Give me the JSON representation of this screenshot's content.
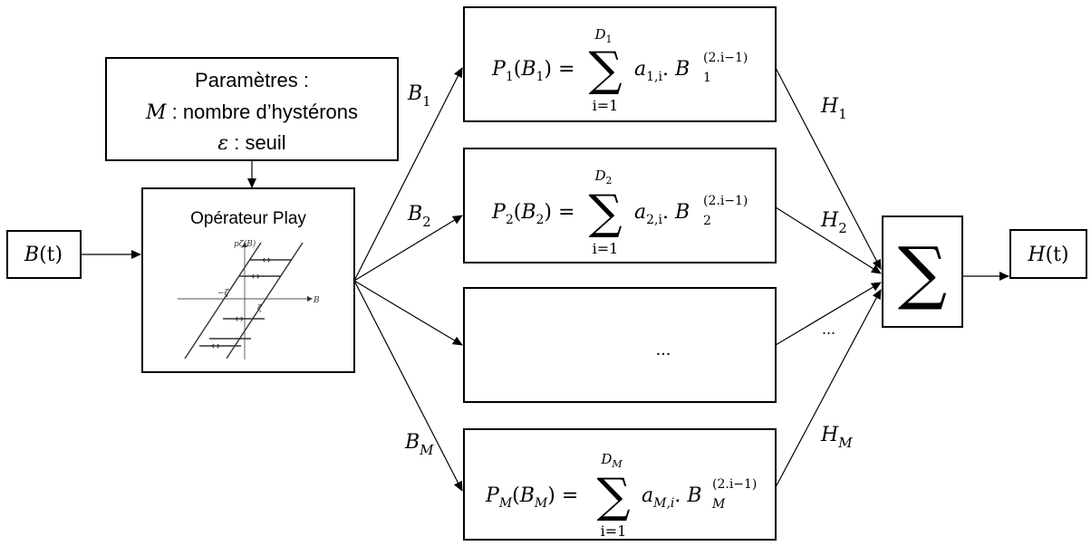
{
  "params": {
    "line1": "Paramètres :",
    "line2_var": "M",
    "line2_text": " : nombre d’hystérons",
    "line3_var": "ε",
    "line3_text": " : seuil"
  },
  "play_operator": {
    "title": "Opérateur Play",
    "inset_ylabel": "pζ(B)",
    "inset_xlabel": "B",
    "inset_zeta_pos": "ζ",
    "inset_zeta_neg": "−ζ"
  },
  "input": {
    "var": "B",
    "arg": "(t)"
  },
  "output": {
    "var": "H",
    "arg": "(t)"
  },
  "sum_symbol": "∑",
  "branches": [
    {
      "in_var": "B",
      "in_sub": "1",
      "out_var": "H",
      "out_sub": "1",
      "P": "P",
      "P_sub": "1",
      "a_sub": "1,i",
      "D_sub": "1",
      "B_sub": "1"
    },
    {
      "in_var": "B",
      "in_sub": "2",
      "out_var": "H",
      "out_sub": "2",
      "P": "P",
      "P_sub": "2",
      "a_sub": "2,i",
      "D_sub": "2",
      "B_sub": "2"
    },
    {
      "ellipsis": "...",
      "out_ellipsis": "..."
    },
    {
      "in_var": "B",
      "in_sub": "M",
      "out_var": "H",
      "out_sub": "M",
      "P": "P",
      "P_sub": "M",
      "a_sub": "M,i",
      "D_sub": "M",
      "B_sub": "M"
    }
  ],
  "formula": {
    "eq": "=",
    "sum": "∑",
    "lower": "i=1",
    "upper_var": "D",
    "a": "a",
    "dot": ".",
    "B": "B",
    "exponent": "(2.i−1)"
  }
}
